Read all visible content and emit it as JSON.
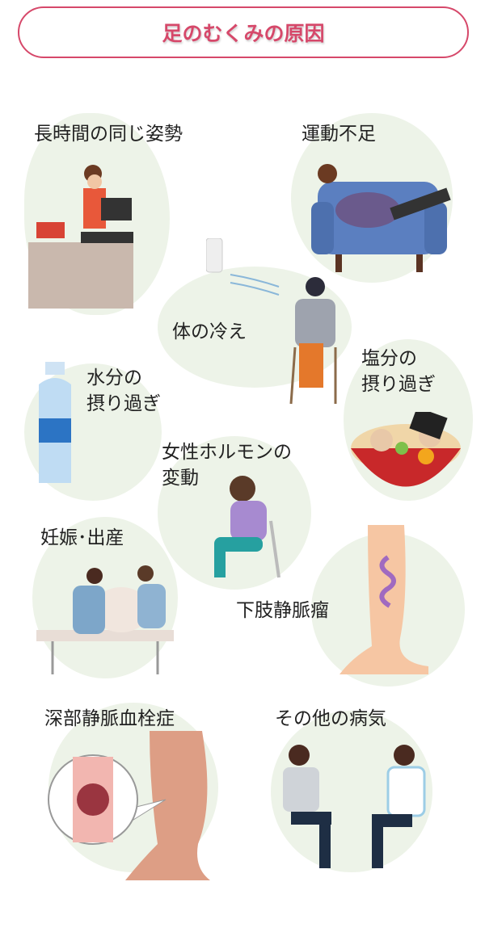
{
  "title": "足のむくみの原因",
  "causes": {
    "prolonged_posture": "長時間の同じ姿勢",
    "lack_of_exercise": "運動不足",
    "cold_body": "体の冷え",
    "salt_line1": "塩分の",
    "salt_line2": "摂り過ぎ",
    "water_line1": "水分の",
    "water_line2": "摂り過ぎ",
    "hormone_line1": "女性ホルモンの",
    "hormone_line2": "変動",
    "pregnancy": "妊娠･出産",
    "varicose": "下肢静脈瘤",
    "dvt": "深部静脈血栓症",
    "other_disease": "その他の病気"
  },
  "colors": {
    "accent": "#d6486a",
    "blob": "#edf3e8"
  }
}
